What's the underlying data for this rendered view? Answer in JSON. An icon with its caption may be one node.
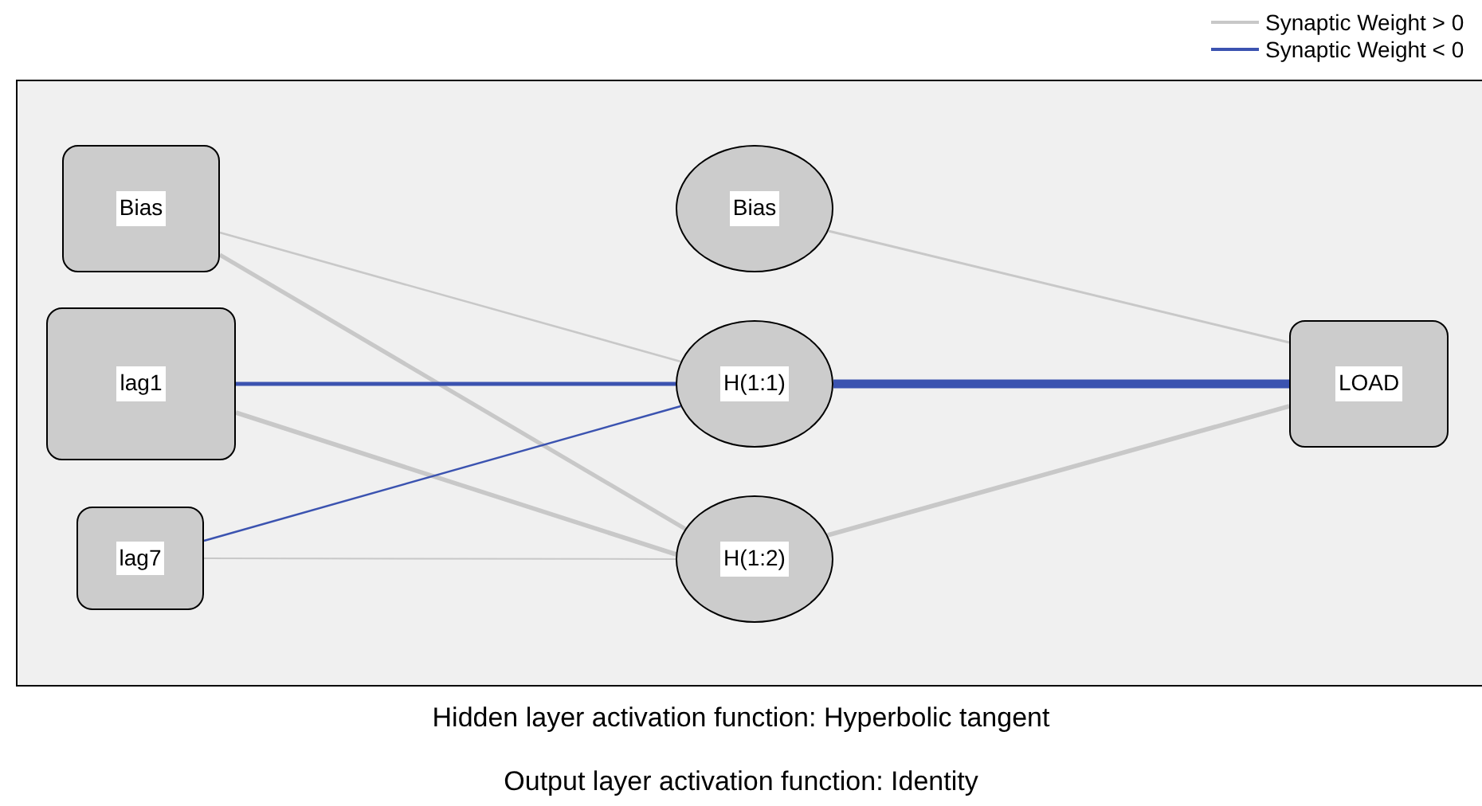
{
  "diagram": {
    "nodes": [
      {
        "text": [
          "Bias"
        ]
      },
      {
        "text": [
          "lag1"
        ]
      },
      {
        "text": [
          "lag7"
        ]
      },
      {
        "text": [
          "Bias"
        ]
      },
      {
        "text": [
          "H(1:1)"
        ]
      },
      {
        "text": [
          "H(1:2)"
        ]
      },
      {
        "text": [
          "LOAD"
        ]
      }
    ],
    "edges": [
      {
        "from": 0,
        "to": 4,
        "arrow": "none"
      },
      {
        "from": 0,
        "to": 5,
        "arrow": "none"
      },
      {
        "from": 1,
        "to": 4,
        "arrow": "none",
        "color": "#3b53b0"
      },
      {
        "from": 1,
        "to": 5,
        "arrow": "none"
      },
      {
        "from": 2,
        "to": 4,
        "arrow": "none",
        "color": "#3b53b0"
      },
      {
        "from": 2,
        "to": 5,
        "arrow": "none"
      },
      {
        "from": 3,
        "to": 6,
        "arrow": "none"
      },
      {
        "from": 4,
        "to": 6,
        "arrow": "none",
        "style": "thick",
        "color": "#3b53b0"
      },
      {
        "from": 5,
        "to": 6,
        "arrow": "none"
      }
    ],
    "labels": [
      "Hidden layer activation function: Hyperbolic tangent",
      "Output layer activation function: Identity"
    ],
    "legend": [
      {
        "text": "Synaptic Weight > 0"
      },
      {
        "text": "Synaptic Weight < 0"
      }
    ]
  }
}
